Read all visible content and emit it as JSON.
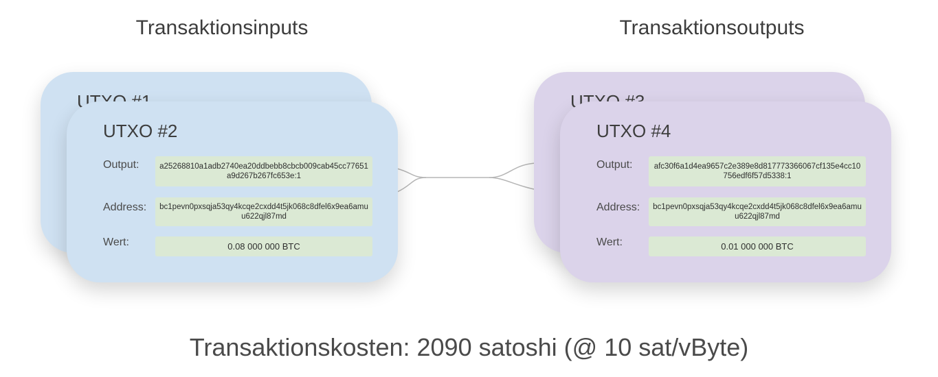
{
  "headings": {
    "inputs": "Transaktionsinputs",
    "outputs": "Transaktionsoutputs"
  },
  "labels": {
    "output": "Output:",
    "address": "Address:",
    "wert": "Wert:"
  },
  "inputs": {
    "back_card": {
      "title": "UTXO #1"
    },
    "front_card": {
      "title": "UTXO #2",
      "output": "a25268810a1adb2740ea20ddbebb8cbcb009cab45cc77651a9d267b267fc653e:1",
      "address": "bc1pevn0pxsqja53qy4kcqe2cxdd4t5jk068c8dfel6x9ea6amuu622qjl87md",
      "wert": "0.08 000 000 BTC"
    }
  },
  "outputs": {
    "back_card": {
      "title": "UTXO #3"
    },
    "front_card": {
      "title": "UTXO #4",
      "output": "afc30f6a1d4ea9657c2e389e8d817773366067cf135e4cc10756edf6f57d5338:1",
      "address": "bc1pevn0pxsqja53qy4kcqe2cxdd4t5jk068c8dfel6x9ea6amuu622qjl87md",
      "wert": "0.01 000 000 BTC"
    }
  },
  "footer": "Transaktionskosten: 2090 satoshi (@ 10 sat/vByte)",
  "colors": {
    "input_card": "#cfe1f2",
    "output_card": "#dbd3ea",
    "value_box": "#dbe9d4",
    "connector": "#b5b5b5"
  }
}
